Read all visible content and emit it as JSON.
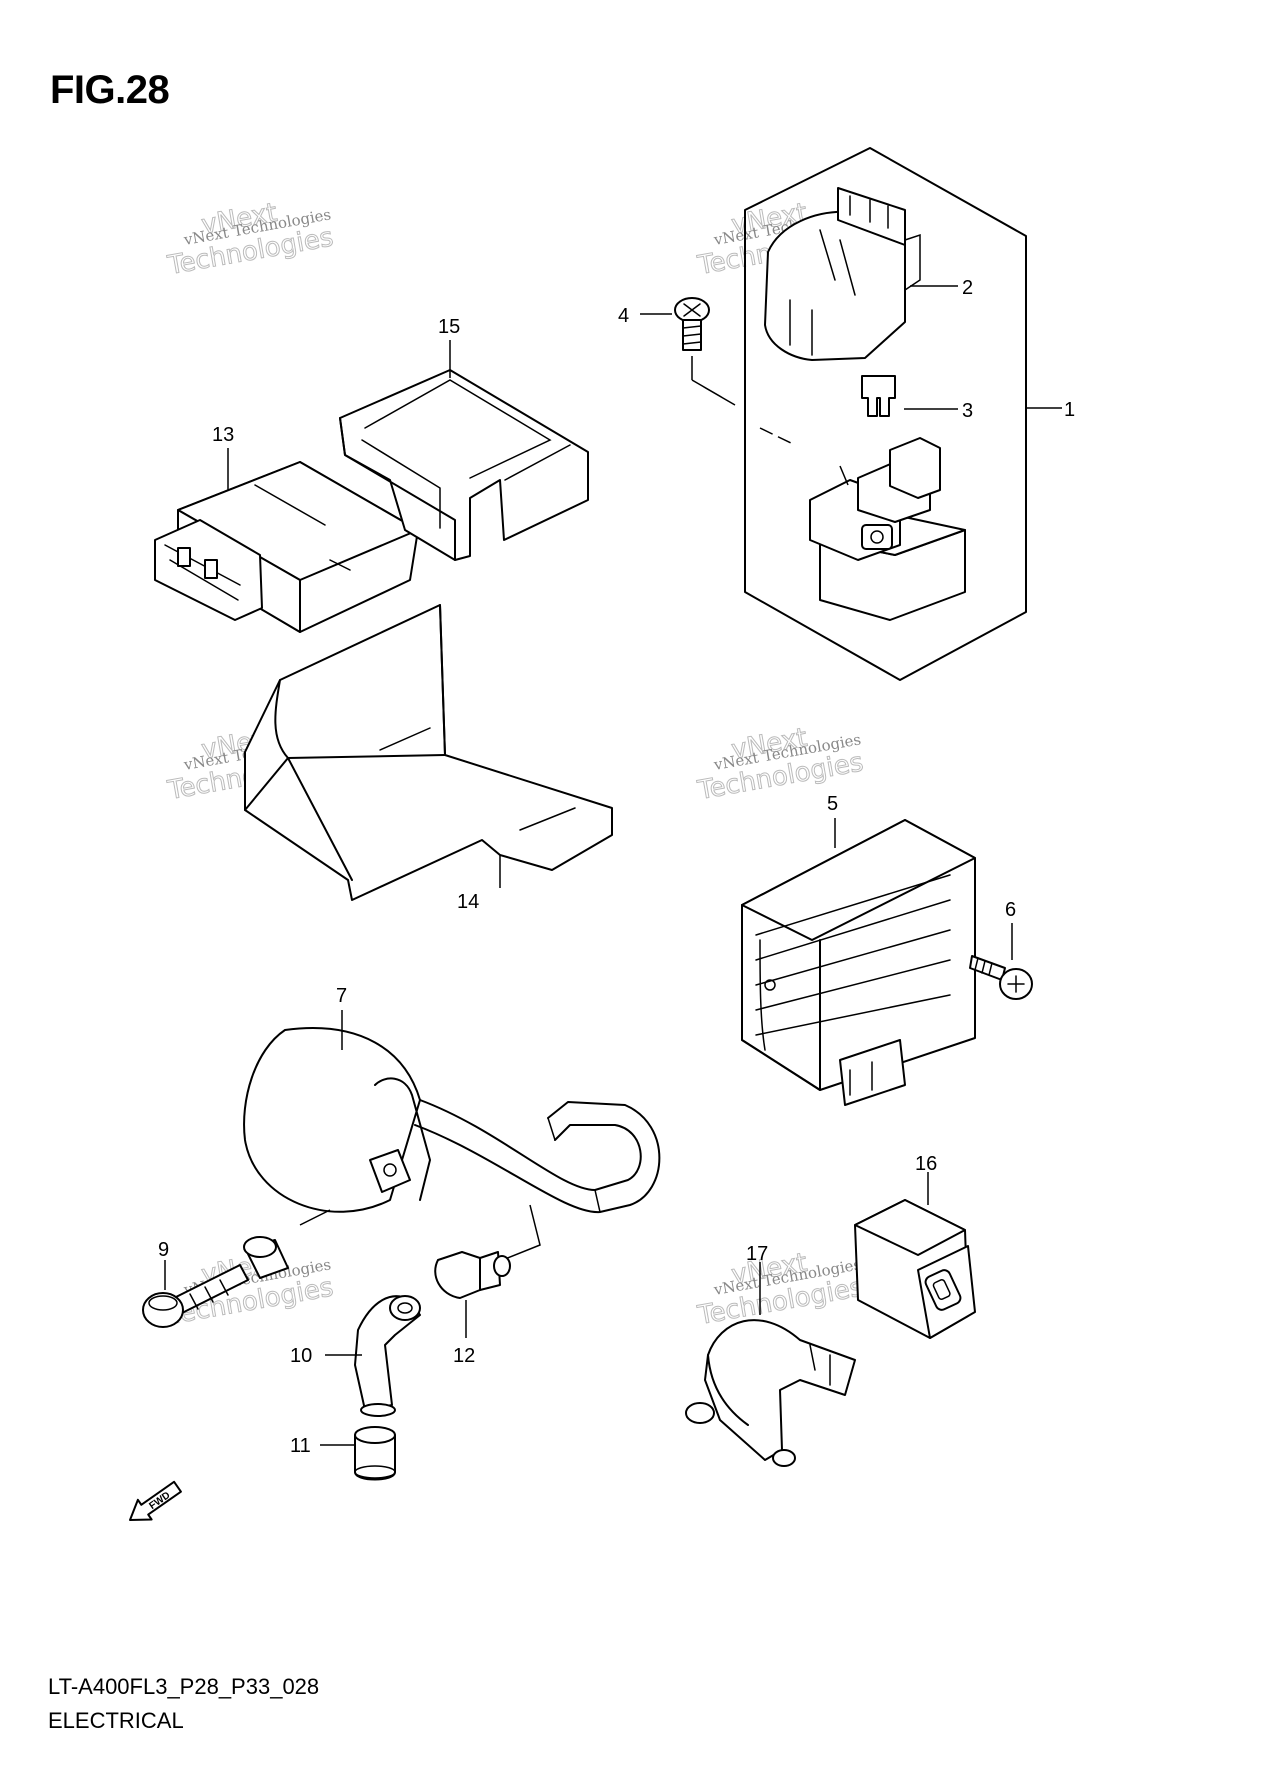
{
  "figure": {
    "title": "FIG.28",
    "code": "LT-A400FL3_P28_P33_028",
    "section": "ELECTRICAL"
  },
  "callouts": [
    "1",
    "2",
    "3",
    "4",
    "5",
    "6",
    "7",
    "9",
    "10",
    "11",
    "12",
    "13",
    "14",
    "15",
    "16",
    "17"
  ],
  "watermark": {
    "line1": "vNext Technologies",
    "line2": "Technologies",
    "line3": "vNext"
  },
  "fwd_label": "FWD",
  "colors": {
    "line": "#000000",
    "watermark": "#bbbbbb",
    "background": "#ffffff"
  }
}
